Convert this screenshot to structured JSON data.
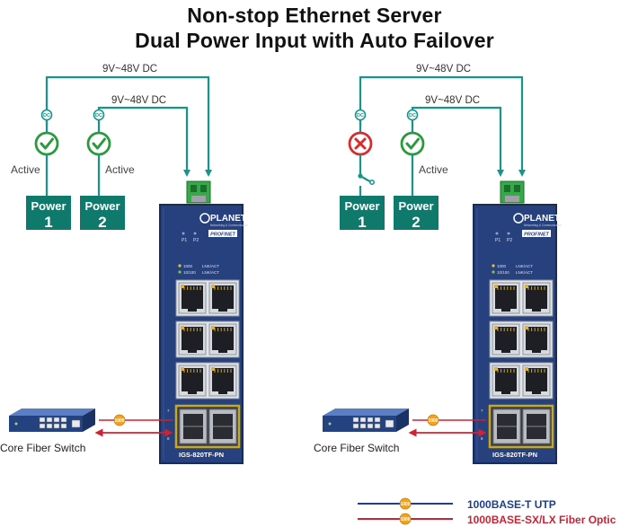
{
  "title": {
    "line1": "Non-stop Ethernet Server",
    "line2": "Dual Power Input with Auto Failover"
  },
  "scenarios": [
    {
      "outer_voltage": "9V~48V DC",
      "inner_voltage": "9V~48V DC",
      "dc_label": "DC",
      "power1": {
        "word": "Power",
        "num": "1",
        "status": "ok",
        "status_label": "Active"
      },
      "power2": {
        "word": "Power",
        "num": "2",
        "status": "ok",
        "status_label": "Active"
      },
      "switch_brand": "PLANET",
      "switch_tagline": "Networking & Communication",
      "switch_badge": "PROFINET",
      "p1_label": "P1",
      "p2_label": "P2",
      "legend_1000": "1000",
      "legend_1000_desc": "LNK/ACT",
      "legend_10100": "10/100",
      "legend_10100_desc": "LNK/ACT",
      "model": "IGS-820TF-PN",
      "core_label": "Core Fiber Switch",
      "link_badge": "1000"
    },
    {
      "outer_voltage": "9V~48V DC",
      "inner_voltage": "9V~48V DC",
      "dc_label": "DC",
      "power1": {
        "word": "Power",
        "num": "1",
        "status": "fail",
        "status_label": ""
      },
      "power2": {
        "word": "Power",
        "num": "2",
        "status": "ok",
        "status_label": "Active"
      },
      "switch_brand": "PLANET",
      "switch_tagline": "Networking & Communication",
      "switch_badge": "PROFINET",
      "p1_label": "P1",
      "p2_label": "P2",
      "legend_1000": "1000",
      "legend_1000_desc": "LNK/ACT",
      "legend_10100": "10/100",
      "legend_10100_desc": "LNK/ACT",
      "model": "IGS-820TF-PN",
      "core_label": "Core Fiber Switch",
      "link_badge": "1000"
    }
  ],
  "legend": [
    {
      "text": "1000BASE-T UTP",
      "badge": "1000",
      "color": "#1f3f8a"
    },
    {
      "text": "1000BASE-SX/LX Fiber Optic",
      "badge": "1000",
      "color": "#cc2233"
    }
  ],
  "colors": {
    "teal": "#15958c",
    "power_box": "#0f7a6c",
    "switch_body": "#26417e",
    "ok_green": "#2a9a3e",
    "fail_red": "#d92b2b",
    "fiber_red": "#d42030",
    "utp_blue": "#1f3f8a",
    "badge_orange": "#f2a31b",
    "sfp_gold": "#c8a820"
  }
}
